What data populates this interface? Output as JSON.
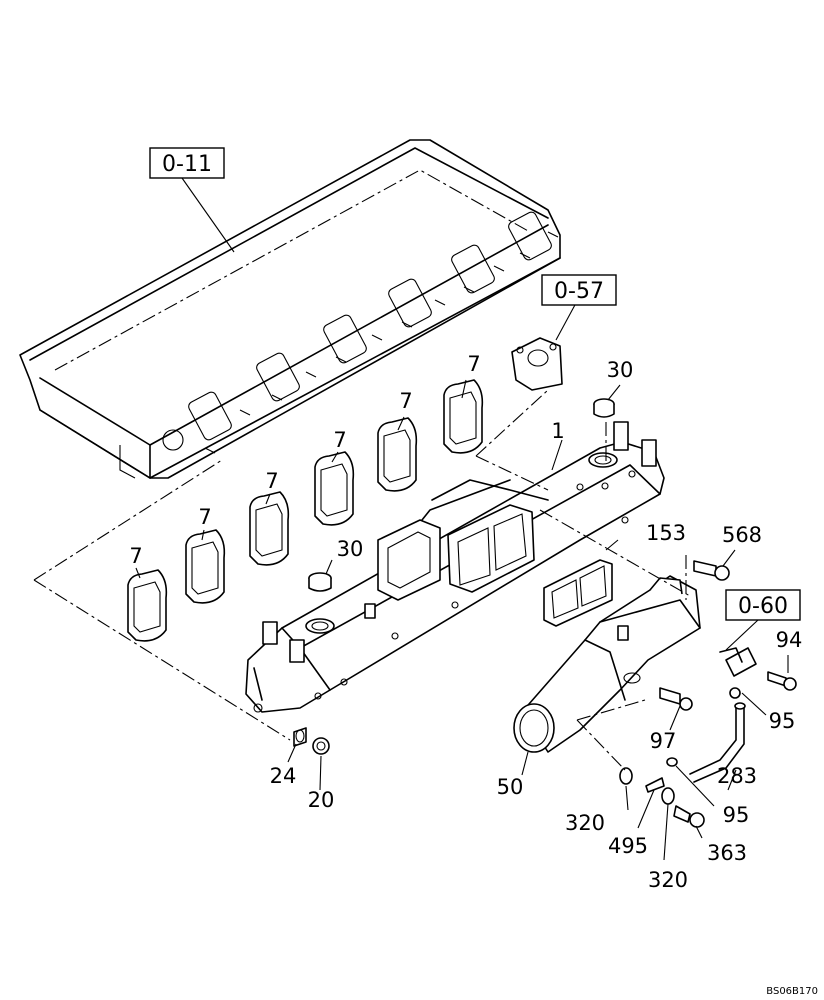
{
  "references": {
    "ref_head": "0-11",
    "ref_flange": "0-57",
    "ref_sensor": "0-60"
  },
  "labels": {
    "l_30_top": "30",
    "l_1": "1",
    "l_7_a": "7",
    "l_7_b": "7",
    "l_7_c": "7",
    "l_7_d": "7",
    "l_7_e": "7",
    "l_7_f": "7",
    "l_30_mid": "30",
    "l_153": "153",
    "l_568": "568",
    "l_94": "94",
    "l_95_a": "95",
    "l_97": "97",
    "l_283": "283",
    "l_50": "50",
    "l_95_b": "95",
    "l_24": "24",
    "l_20": "20",
    "l_320_a": "320",
    "l_495": "495",
    "l_363": "363",
    "l_320_b": "320"
  },
  "drawing_code": "BS06B170"
}
